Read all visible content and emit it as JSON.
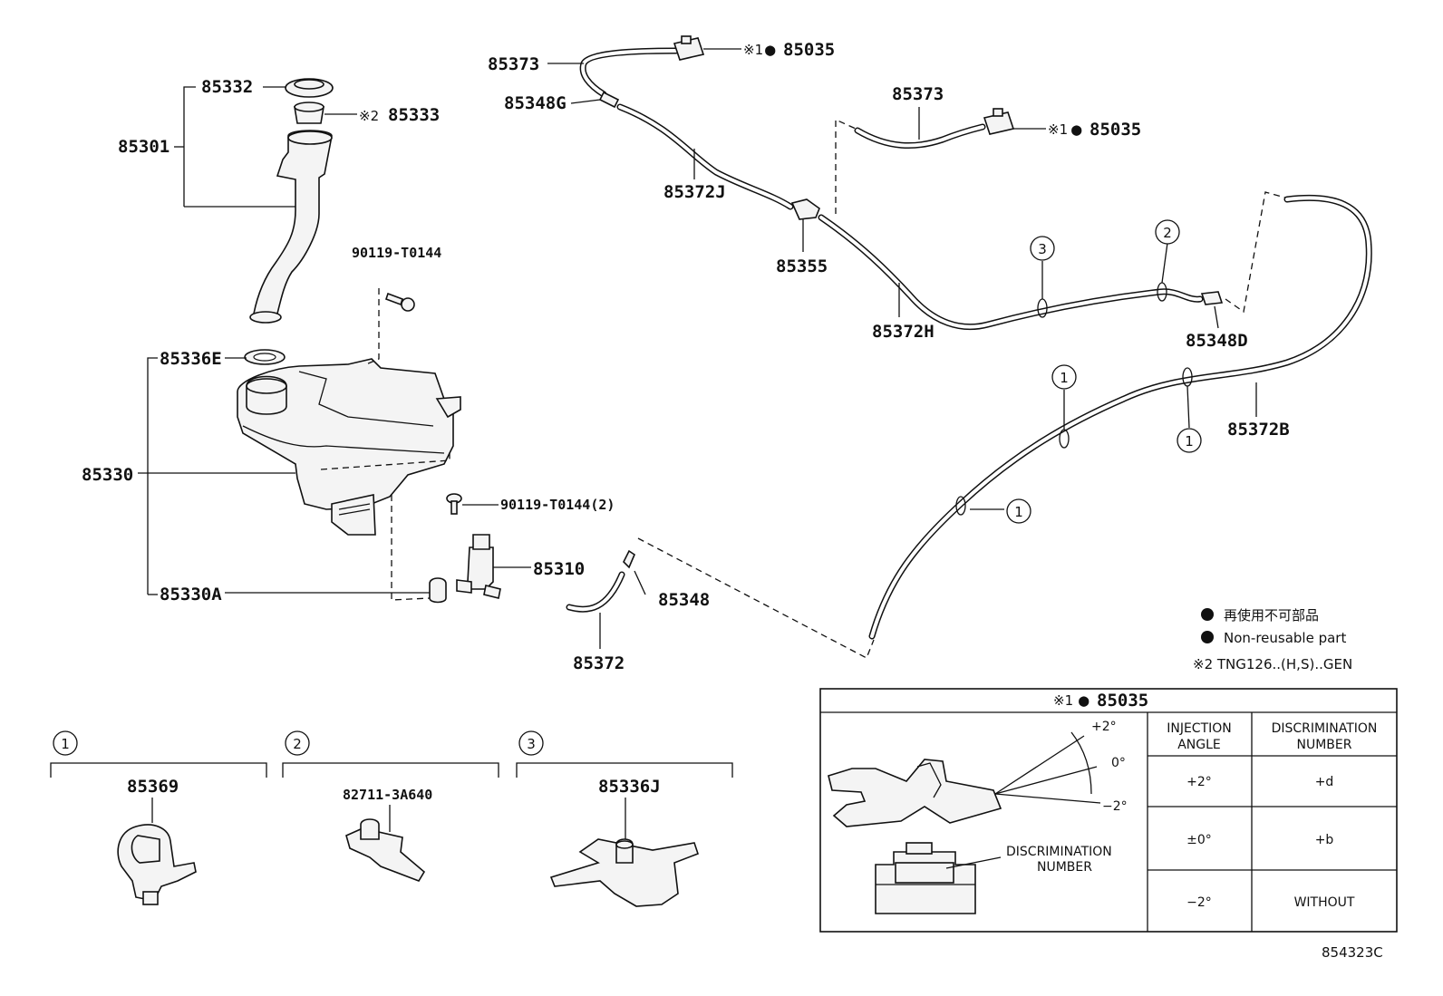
{
  "parts": {
    "p85332": "85332",
    "p85333": "85333",
    "p85301": "85301",
    "p90119a": "90119-T0144",
    "p85336E": "85336E",
    "p85330": "85330",
    "p90119b": "90119-T0144(2)",
    "p85310": "85310",
    "p85330A": "85330A",
    "p85348": "85348",
    "p85372": "85372",
    "p85373a": "85373",
    "p85348G": "85348G",
    "p85372J": "85372J",
    "p85355": "85355",
    "p85035a": "85035",
    "p85373b": "85373",
    "p85035b": "85035",
    "p85372H": "85372H",
    "p85348D": "85348D",
    "p85372B": "85372B",
    "p85369": "85369",
    "p82711": "82711-3A640",
    "p85336J": "85336J"
  },
  "marks": {
    "note1": "※1",
    "note2": "※2",
    "bullet": "●",
    "c1": "1",
    "c2": "2",
    "c3": "3"
  },
  "legend": {
    "jp": "再使用不可部品",
    "en": "Non-reusable part",
    "note2": "※2 TNG126..(H,S)..GEN"
  },
  "table": {
    "title_prefix": "※1",
    "title_part": "85035",
    "h1_line1": "INJECTION",
    "h1_line2": "ANGLE",
    "h2_line1": "DISCRIMINATION",
    "h2_line2": "NUMBER",
    "rows": [
      {
        "angle": "+2°",
        "disc": "+d"
      },
      {
        "angle": "±0°",
        "disc": "+b"
      },
      {
        "angle": "−2°",
        "disc": "WITHOUT"
      }
    ],
    "ang_plus": "+2°",
    "ang_zero": "0°",
    "ang_minus": "−2°",
    "disc_label_1": "DISCRIMINATION",
    "disc_label_2": "NUMBER"
  },
  "diagram_id": "854323C"
}
